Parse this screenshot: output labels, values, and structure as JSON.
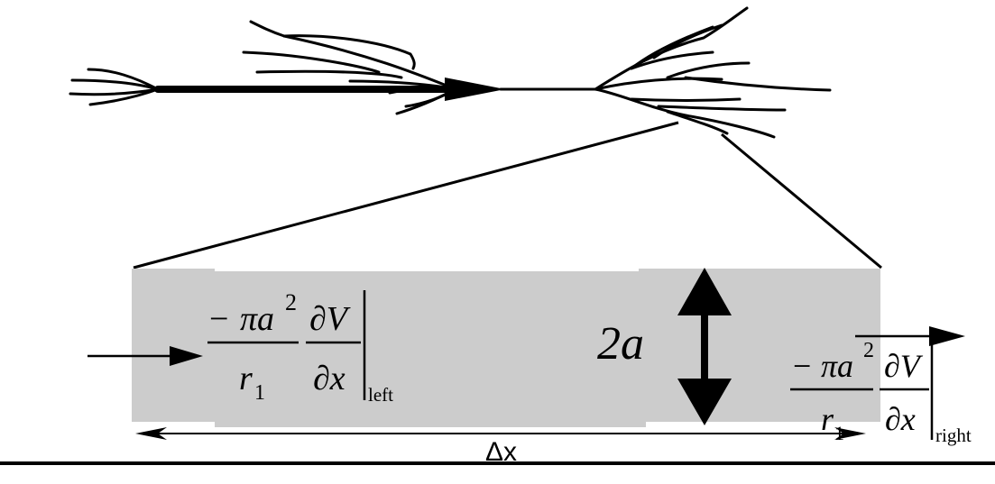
{
  "colors": {
    "ink": "#000000",
    "segment_fill": "#cccccc",
    "background": "#ffffff"
  },
  "left_current": {
    "minus": "−",
    "pi": "π",
    "a": "a",
    "exp": "2",
    "r": "r",
    "r_sub": "1",
    "partial_v": "∂V",
    "partial_x": "∂x",
    "eval_sub": "left"
  },
  "right_current": {
    "minus": "−",
    "pi": "π",
    "a": "a",
    "exp": "2",
    "r": "r",
    "r_sub": "1",
    "partial_v": "∂V",
    "partial_x": "∂x",
    "eval_sub": "right"
  },
  "diameter_label": "2a",
  "length_label": "Δx",
  "icons": [
    "neuron-tree",
    "current-in-arrow",
    "current-out-arrow",
    "diameter-double-arrow",
    "length-double-arrow"
  ]
}
